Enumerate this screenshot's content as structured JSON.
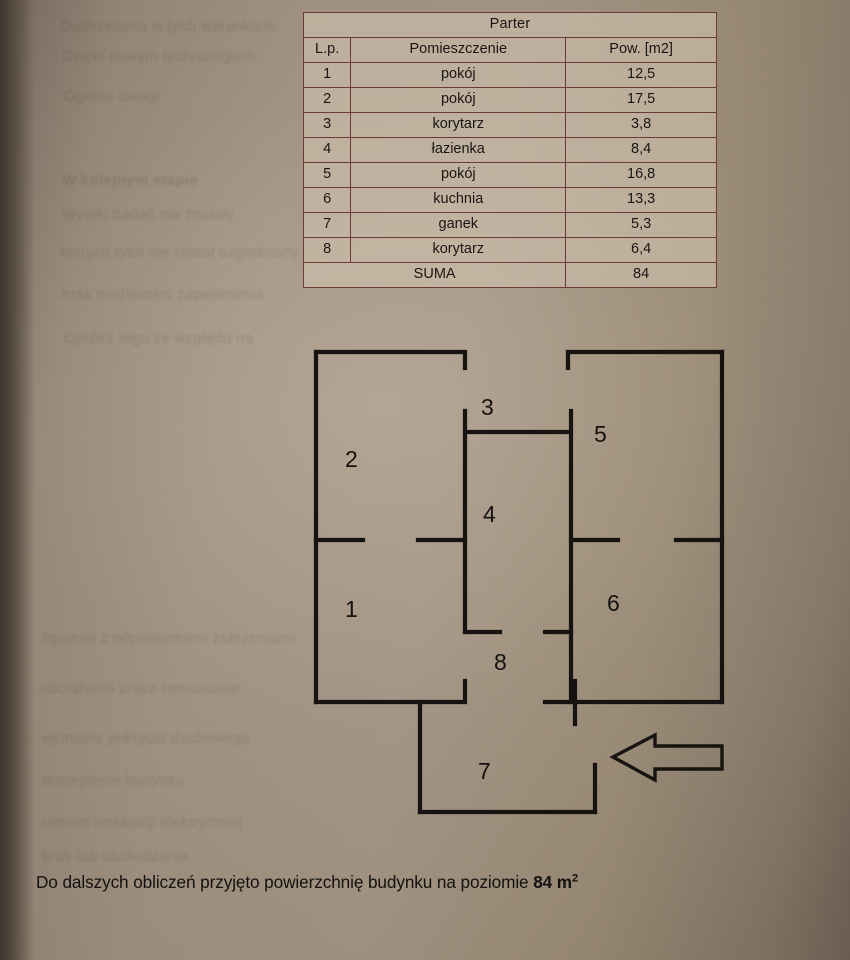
{
  "table": {
    "title": "Parter",
    "columns": [
      "L.p.",
      "Pomieszczenie",
      "Pow. [m2]"
    ],
    "rows": [
      {
        "lp": "1",
        "name": "pokój",
        "area": "12,5"
      },
      {
        "lp": "2",
        "name": "pokój",
        "area": "17,5"
      },
      {
        "lp": "3",
        "name": "korytarz",
        "area": "3,8"
      },
      {
        "lp": "4",
        "name": "łazienka",
        "area": "8,4"
      },
      {
        "lp": "5",
        "name": "pokój",
        "area": "16,8"
      },
      {
        "lp": "6",
        "name": "kuchnia",
        "area": "13,3"
      },
      {
        "lp": "7",
        "name": "ganek",
        "area": "5,3"
      },
      {
        "lp": "8",
        "name": "korytarz",
        "area": "6,4"
      }
    ],
    "sum_label": "SUMA",
    "sum_value": "84"
  },
  "plan": {
    "room_numbers": [
      "1",
      "2",
      "3",
      "4",
      "5",
      "6",
      "7",
      "8"
    ],
    "labels": {
      "r1": "1",
      "r2": "2",
      "r3": "3",
      "r4": "4",
      "r5": "5",
      "r6": "6",
      "r7": "7",
      "r8": "8"
    },
    "annotation_icon": "left-arrow-icon"
  },
  "caption": {
    "text_before": "Do dalszych obliczeń przyjęto powierzchnię budynku na poziomie ",
    "value": "84 m",
    "superscript": "2"
  },
  "ghost_text": [
    "Dostrzeżona w tych warunkach",
    "Dzięki nowym technologiom",
    "Ogólne uwagi",
    "W kolejnym etapie",
    "Wyniki badań nie zostały",
    "których tytuł nie został uzgodniony",
    "brak możliwości zapewnienia",
    "Oprócz tego ze względu na",
    "Zgodnie z odpowiednimi założeniami",
    "obciążenia prace remontowe",
    "wymiana pokrycia dachowego",
    "docieplenie budynku",
    "remont instalacji elektrycznej",
    "brak lub uszkodzenia"
  ],
  "colors": {
    "paper": "#9a8b7a",
    "table_border": "#6b3b36",
    "ink": "#161210"
  }
}
